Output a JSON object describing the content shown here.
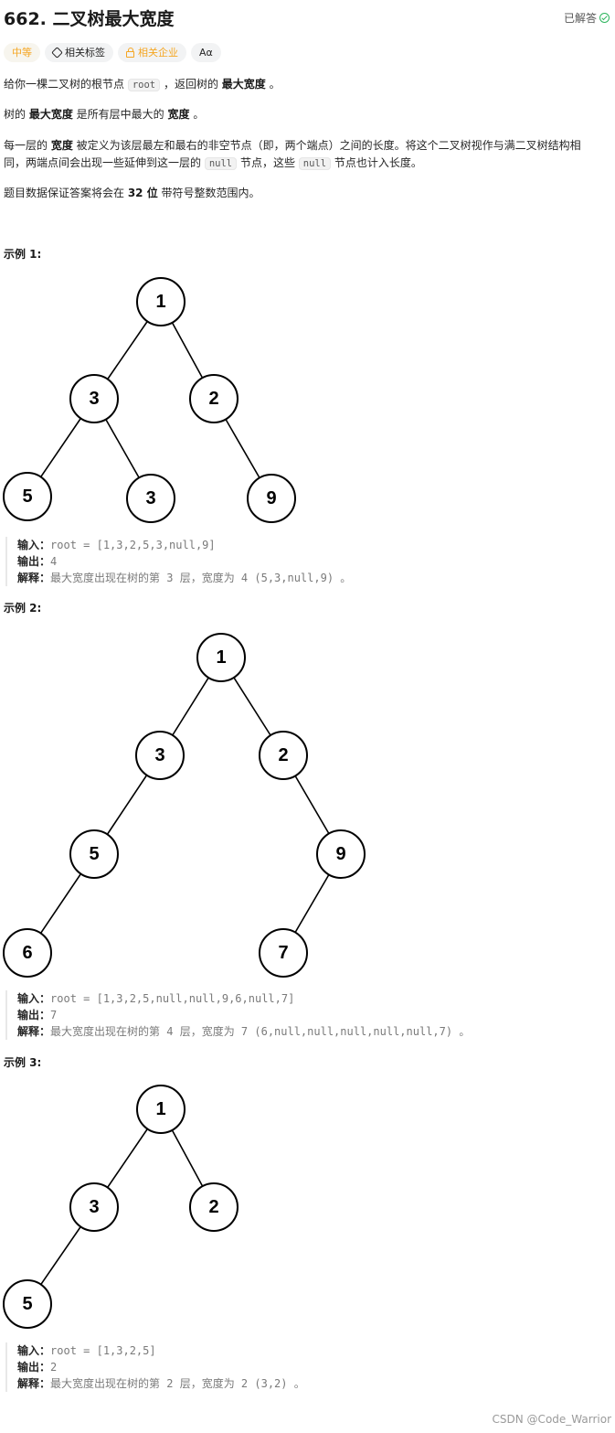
{
  "header": {
    "title": "662. 二叉树最大宽度",
    "solved_label": "已解答"
  },
  "tags": {
    "difficulty": "中等",
    "related_tags": "相关标签",
    "related_companies": "相关企业",
    "font_toggle": "Aα"
  },
  "description": {
    "p1": [
      "给你一棵二叉树的根节点 ",
      "root",
      " ，返回树的 ",
      "最大宽度",
      " 。"
    ],
    "p2": [
      "树的 ",
      "最大宽度",
      " 是所有层中最大的 ",
      "宽度",
      " 。"
    ],
    "p3a": [
      "每一层的 ",
      "宽度",
      " 被定义为该层最左和最右的非空节点（即，两个端点）之间的长度。将这个二叉树视作与满二叉树结构相"
    ],
    "p3b": [
      "同，两端点间会出现一些延伸到这一层的 ",
      "null",
      " 节点，这些 ",
      "null",
      " 节点也计入长度。"
    ],
    "p4": [
      "题目数据保证答案将会在 ",
      "32 位",
      " 带符号整数范围内。"
    ]
  },
  "examples": [
    {
      "title": "示例 1:",
      "tree_nodes": [
        "1",
        "3",
        "2",
        "5",
        "3",
        "9"
      ],
      "input_label": "输入：",
      "input": "root = [1,3,2,5,3,null,9]",
      "output_label": "输出：",
      "output": "4",
      "explain_label": "解释：",
      "explain": "最大宽度出现在树的第 3 层，宽度为 4 (5,3,null,9) 。"
    },
    {
      "title": "示例 2:",
      "tree_nodes": [
        "1",
        "3",
        "2",
        "5",
        "9",
        "6",
        "7"
      ],
      "input_label": "输入：",
      "input": "root = [1,3,2,5,null,null,9,6,null,7]",
      "output_label": "输出：",
      "output": "7",
      "explain_label": "解释：",
      "explain": "最大宽度出现在树的第 4 层，宽度为 7 (6,null,null,null,null,null,7) 。"
    },
    {
      "title": "示例 3:",
      "tree_nodes": [
        "1",
        "3",
        "2",
        "5"
      ],
      "input_label": "输入：",
      "input": "root = [1,3,2,5]",
      "output_label": "输出：",
      "output": "2",
      "explain_label": "解释：",
      "explain": "最大宽度出现在树的第 2 层，宽度为 2 (3,2) 。"
    }
  ],
  "footer": {
    "watermark": "CSDN @Code_Warrior"
  },
  "colors": {
    "accent_orange": "#f5a623",
    "solved_green": "#2db55d"
  },
  "icons": [
    "check-circle-icon",
    "tag-icon",
    "lock-icon",
    "font-size-icon"
  ]
}
